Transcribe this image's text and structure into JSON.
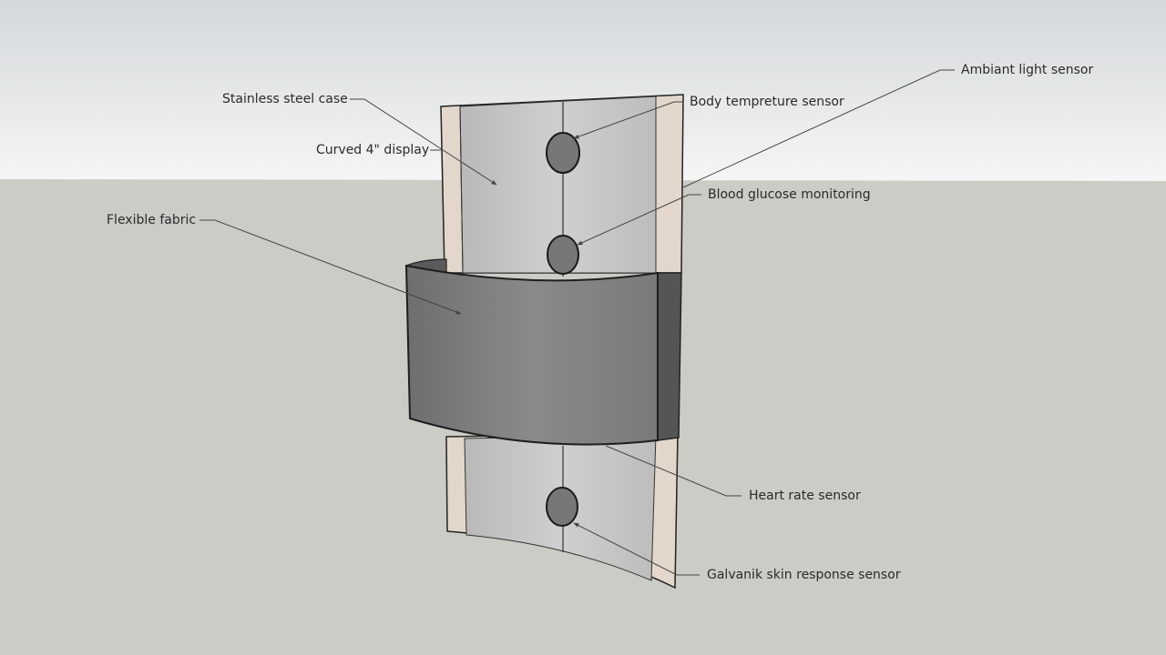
{
  "labels": {
    "stainless_steel_case": "Stainless steel case",
    "curved_display": "Curved 4\" display",
    "flexible_fabric": "Flexible fabric",
    "body_temperature_sensor": "Body tempreture sensor",
    "ambient_light_sensor": "Ambiant light sensor",
    "blood_glucose_monitoring": "Blood glucose monitoring",
    "heart_rate_sensor": "Heart rate sensor",
    "galvanic_skin_response_sensor": "Galvanik skin response sensor"
  },
  "colors": {
    "sky_top": "#d4d8da",
    "sky_bottom": "#f4f5f5",
    "ground": "#cbccc6",
    "case_frame": "#e3d7cc",
    "display": "#c4c4c4",
    "sensor": "#777777",
    "fabric": "#7f7f7f",
    "fabric_side": "#555555",
    "leader_line": "#444444"
  }
}
